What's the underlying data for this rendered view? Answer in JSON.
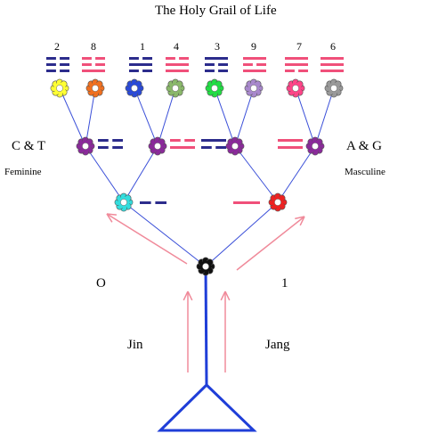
{
  "title": "The Holy Grail of Life",
  "top_numbers": [
    "2",
    "8",
    "1",
    "4",
    "3",
    "9",
    "7",
    "6"
  ],
  "left_group_label": "C & T",
  "right_group_label": "A & G",
  "left_side_label": "Feminine",
  "right_side_label": "Masculine",
  "zero_label": "O",
  "one_label": "1",
  "jin_label": "Jin",
  "jang_label": "Jang",
  "colors": {
    "line": "#3a4fd8",
    "trunk": "#1f3ed8",
    "arrow": "#f08a9a",
    "dash_dark": "#2c2c8c",
    "dash_pink": "#f0507a",
    "flower_top": [
      "#ffff33",
      "#f07020",
      "#2a4ad8",
      "#8ab86a",
      "#22dd44",
      "#a888cc",
      "#ff4488",
      "#999999"
    ],
    "flower_mid": "#8a2a9a",
    "flower_left_low": "#33dddd",
    "flower_right_low": "#ee2222",
    "flower_root": "#111111"
  },
  "trigrams": [
    [
      "dash_dark",
      "broken",
      "broken",
      "broken"
    ],
    [
      "dash_pink",
      "solid",
      "broken",
      "broken"
    ],
    [
      "dash_dark",
      "broken",
      "solid",
      "broken"
    ],
    [
      "dash_pink",
      "solid",
      "solid",
      "broken"
    ],
    [
      "dash_dark",
      "broken",
      "broken",
      "solid"
    ],
    [
      "dash_pink",
      "solid",
      "broken",
      "solid"
    ],
    [
      "dash_pink",
      "broken",
      "solid",
      "solid"
    ],
    [
      "dash_pink",
      "solid",
      "solid",
      "solid"
    ]
  ],
  "digrams": [
    [
      "dash_dark",
      "broken",
      "broken"
    ],
    [
      "dash_pink",
      "solid",
      "broken"
    ],
    [
      "dash_dark",
      "broken",
      "solid"
    ],
    [
      "dash_pink",
      "solid",
      "solid"
    ]
  ],
  "monograms": [
    [
      "dash_dark",
      "broken"
    ],
    [
      "dash_pink",
      "solid"
    ]
  ]
}
